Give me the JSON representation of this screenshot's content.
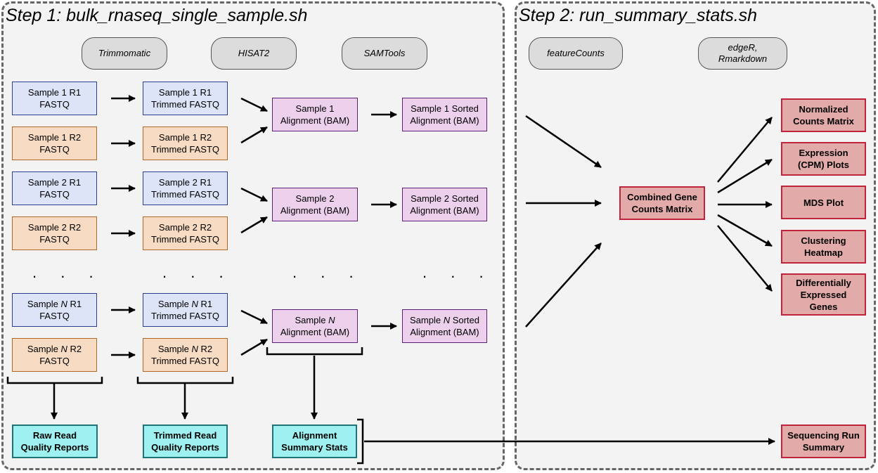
{
  "step1": {
    "title": "Step 1: bulk_rnaseq_single_sample.sh"
  },
  "step2": {
    "title": "Step 2: run_summary_stats.sh"
  },
  "tools": {
    "trimmomatic": "Trimmomatic",
    "hisat2": "HISAT2",
    "samtools": "SAMTools",
    "featurecounts": "featureCounts",
    "edger_l1": "edgeR,",
    "edger_l2": "Rmarkdown"
  },
  "ellipsis": ". . .",
  "fastq": {
    "s1r1": [
      "Sample 1 R1",
      "FASTQ"
    ],
    "s1r2": [
      "Sample 1 R2",
      "FASTQ"
    ],
    "s2r1": [
      "Sample 2 R1",
      "FASTQ"
    ],
    "s2r2": [
      "Sample 2 R2",
      "FASTQ"
    ],
    "snr1": [
      "Sample N R1",
      "FASTQ"
    ],
    "snr2": [
      "Sample N R2",
      "FASTQ"
    ]
  },
  "trimmed": {
    "s1r1": [
      "Sample 1 R1",
      "Trimmed FASTQ"
    ],
    "s1r2": [
      "Sample 1 R2",
      "Trimmed FASTQ"
    ],
    "s2r1": [
      "Sample 2 R1",
      "Trimmed FASTQ"
    ],
    "s2r2": [
      "Sample 2 R2",
      "Trimmed FASTQ"
    ],
    "snr1": [
      "Sample N R1",
      "Trimmed FASTQ"
    ],
    "snr2": [
      "Sample N R2",
      "Trimmed FASTQ"
    ]
  },
  "alignment": {
    "s1": [
      "Sample 1",
      "Alignment (BAM)"
    ],
    "s2": [
      "Sample 2",
      "Alignment (BAM)"
    ],
    "sn": [
      "Sample N",
      "Alignment (BAM)"
    ]
  },
  "sorted": {
    "s1": [
      "Sample 1 Sorted",
      "Alignment (BAM)"
    ],
    "s2": [
      "Sample 2 Sorted",
      "Alignment (BAM)"
    ],
    "sn": [
      "Sample N Sorted",
      "Alignment (BAM)"
    ]
  },
  "reports": {
    "raw": [
      "Raw Read",
      "Quality Reports"
    ],
    "trimmed": [
      "Trimmed Read",
      "Quality Reports"
    ],
    "alignment": [
      "Alignment",
      "Summary Stats"
    ]
  },
  "combined": [
    "Combined Gene",
    "Counts Matrix"
  ],
  "outputs": {
    "normalized": [
      "Normalized",
      "Counts Matrix"
    ],
    "expression": [
      "Expression",
      "(CPM) Plots"
    ],
    "mds": [
      "MDS Plot"
    ],
    "clustering": [
      "Clustering",
      "Heatmap"
    ],
    "de": [
      "Differentially",
      "Expressed",
      "Genes"
    ]
  },
  "run_summary": [
    "Sequencing Run",
    "Summary"
  ],
  "colors": {
    "raw_r1": "#dde4f7",
    "raw_r2": "#f7dbc2",
    "alignment": "#ecd0ec",
    "report": "#9ff0f0",
    "output": "#e2aaa8"
  }
}
